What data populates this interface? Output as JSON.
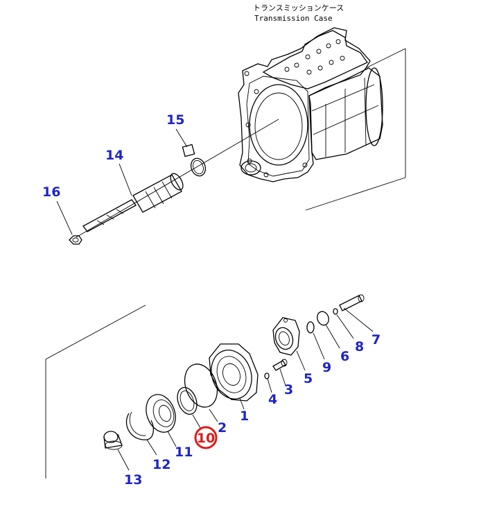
{
  "caption": {
    "japanese": "トランスミッションケース",
    "english": "Transmission Case"
  },
  "callouts": {
    "p1": "1",
    "p2": "2",
    "p3": "3",
    "p4": "4",
    "p5": "5",
    "p6": "6",
    "p7": "7",
    "p8": "8",
    "p9": "9",
    "p10": "10",
    "p11": "11",
    "p12": "12",
    "p13": "13",
    "p14": "14",
    "p15": "15",
    "p16": "16"
  },
  "colors": {
    "callout": "#1f24c8",
    "highlight": "#e01a1a",
    "line": "#000000"
  }
}
